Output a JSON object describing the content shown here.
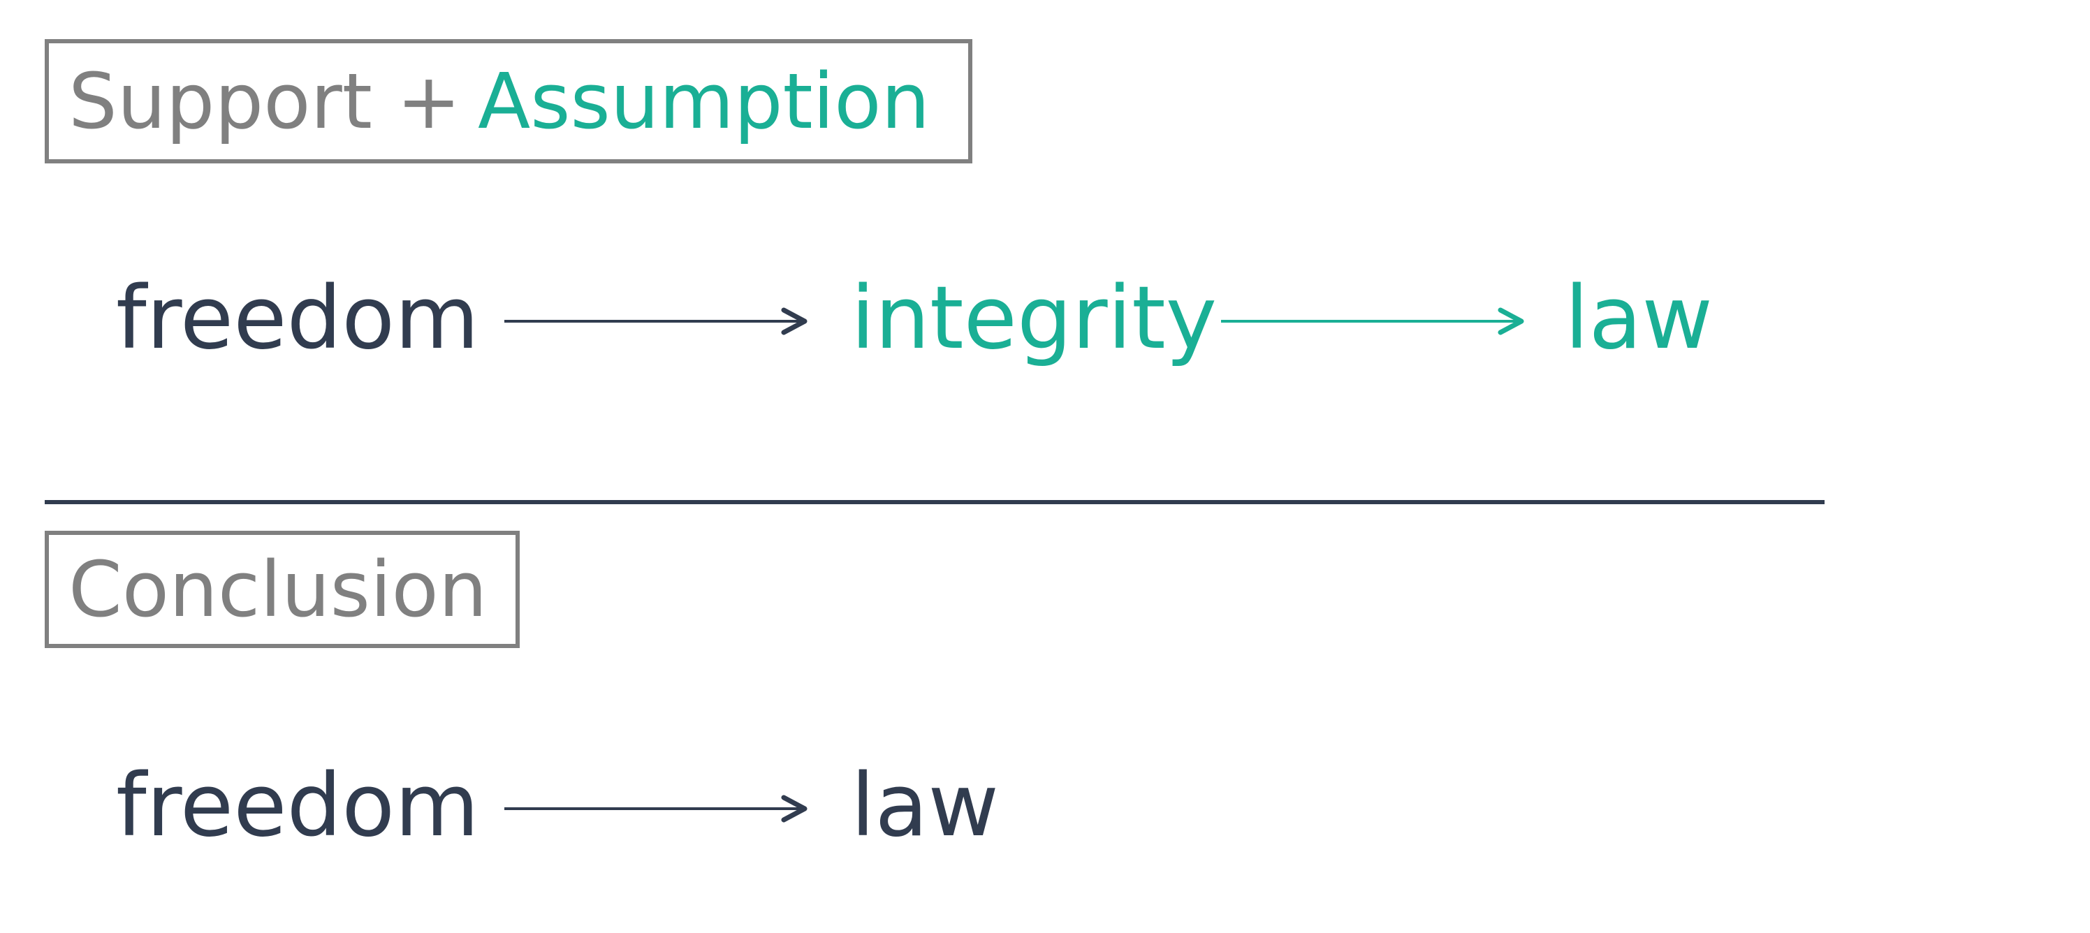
{
  "support": {
    "label_prefix": "Support + ",
    "label_assumption": "Assumption"
  },
  "chain_top": {
    "start": "freedom",
    "middle": "integrity",
    "end": "law"
  },
  "conclusion": {
    "label": "Conclusion",
    "start": "freedom",
    "end": "law"
  },
  "colors": {
    "gray": "#808080",
    "teal": "#1aaf95",
    "dark": "#313c4f"
  }
}
